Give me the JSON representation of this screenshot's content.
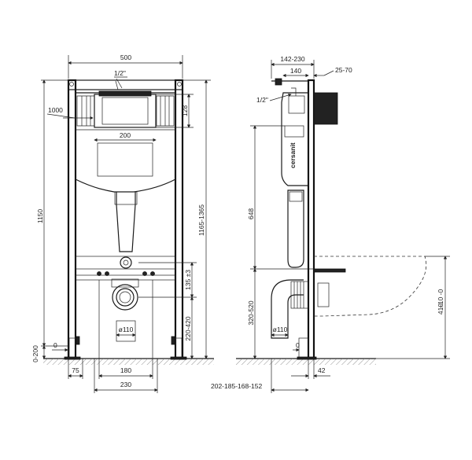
{
  "front_view": {
    "dims": {
      "width_total": "500",
      "pipe_size": "1/2\"",
      "button_height": "1000",
      "button_box_height": "128",
      "button_box_width": "200",
      "height_total": "1150",
      "height_range": "1165-1365",
      "drain_offset": "135 ±3",
      "drain_height": "220-420",
      "floor_range": "0-200",
      "zero": "0",
      "drain_dia": "ø110",
      "foot_width": "75",
      "stud_spacing": "180",
      "bolt_spacing": "230"
    }
  },
  "side_view": {
    "brand": "cersanit",
    "dims": {
      "depth_range": "142-230",
      "depth": "140",
      "wall_range": "25-70",
      "pipe_size": "1/2\"",
      "tank_height": "648",
      "drain_height": "320-520",
      "drain_dia": "ø110",
      "zero": "0",
      "bolt_offset": "42",
      "pipe_lengths": "202-185-168-152",
      "bowl_height": "410",
      "bowl_tolerance": "+10\n-0"
    }
  }
}
